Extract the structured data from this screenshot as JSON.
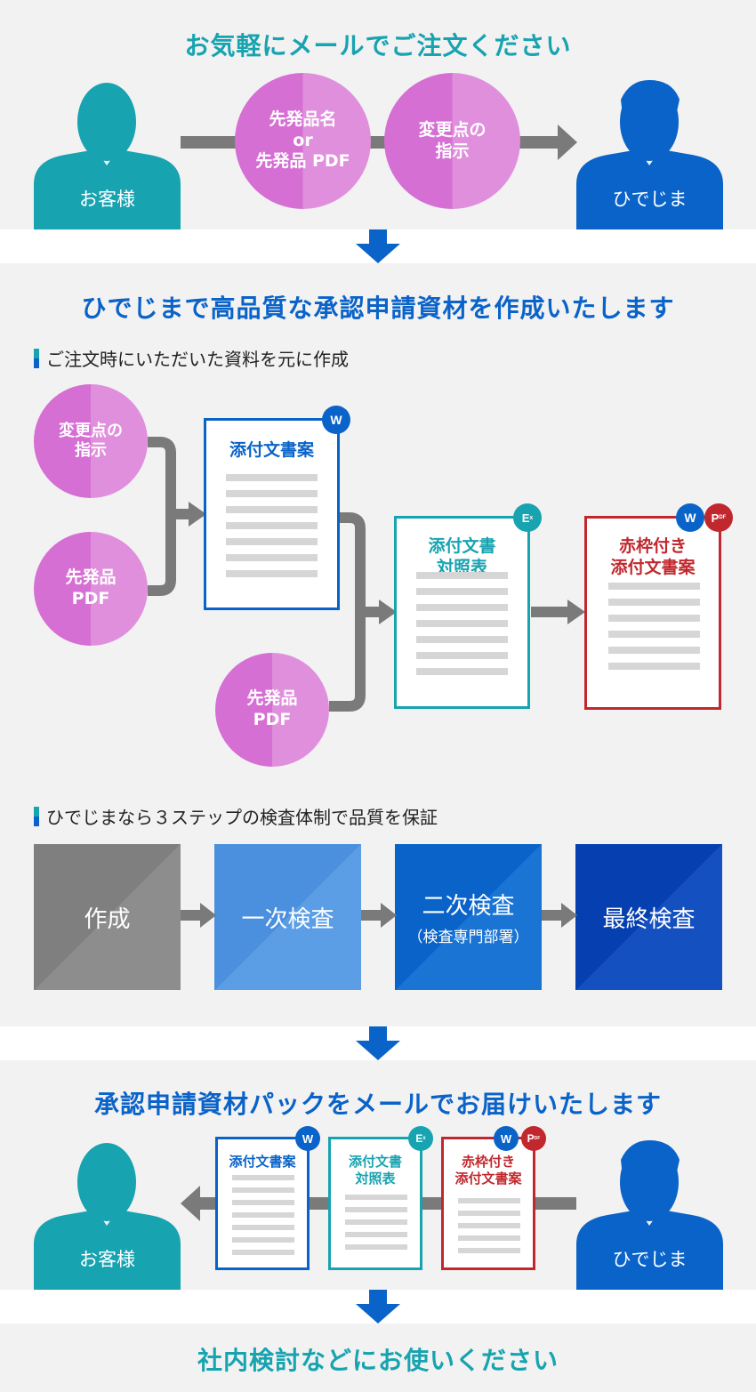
{
  "colors": {
    "teal": "#17a3b0",
    "blue": "#0a63c8",
    "pink": "#d56fd3",
    "red": "#c0282d",
    "gray": "#7a7a7a",
    "band": "#f2f2f2"
  },
  "order": {
    "title": "お気軽にメールでご注文ください",
    "customer_label": "お客様",
    "hidejima_label": "ひでじま",
    "circle1": [
      "先発品名",
      "or",
      "先発品 PDF"
    ],
    "circle2": [
      "変更点の",
      "指示"
    ]
  },
  "create": {
    "title": "ひでじまで高品質な承認申請資材を作成いたします",
    "section1": "ご注文時にいただいた資料を元に作成",
    "circle_change": [
      "変更点の",
      "指示"
    ],
    "circle_pdf": [
      "先発品",
      "PDF"
    ],
    "doc_draft": "添付文書案",
    "doc_compare": [
      "添付文書",
      "対照表"
    ],
    "doc_redline": [
      "赤枠付き",
      "添付文書案"
    ],
    "badge_w": "W",
    "badge_e": "E",
    "badge_e_sub": "x",
    "badge_p": "P",
    "badge_p_sub": "DF",
    "section2": "ひでじまなら３ステップの検査体制で品質を保証",
    "steps": [
      {
        "label": "作成",
        "sub": ""
      },
      {
        "label": "一次検査",
        "sub": ""
      },
      {
        "label": "二次検査",
        "sub": "（検査専門部署）"
      },
      {
        "label": "最終検査",
        "sub": ""
      }
    ]
  },
  "deliver": {
    "title": "承認申請資材パックをメールでお届けいたします",
    "doc_draft": "添付文書案",
    "doc_compare": [
      "添付文書",
      "対照表"
    ],
    "doc_redline": [
      "赤枠付き",
      "添付文書案"
    ],
    "customer_label": "お客様",
    "hidejima_label": "ひでじま"
  },
  "footer": {
    "title": "社内検討などにお使いください"
  }
}
